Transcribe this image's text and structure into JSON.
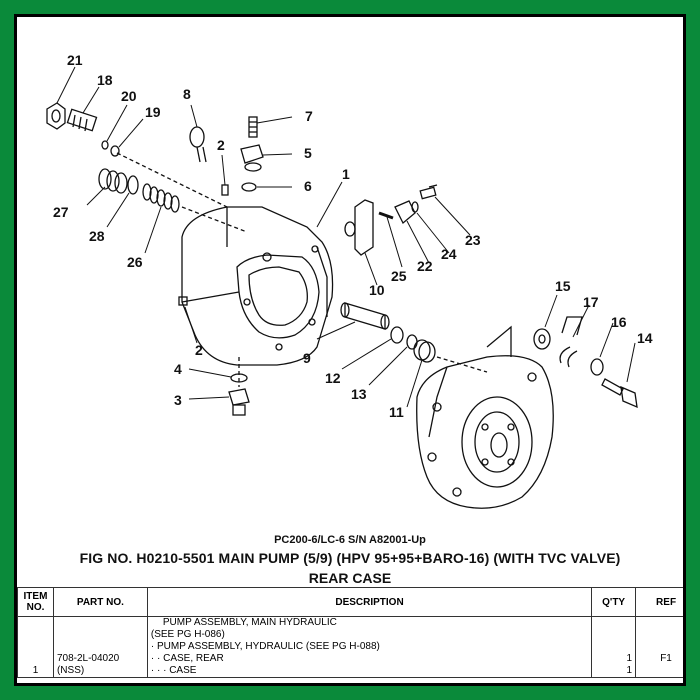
{
  "header": {
    "model": "PC200-6/LC-6 S/N A82001-Up",
    "figure_title": "FIG NO. H0210-5501 MAIN PUMP (5/9) (HPV 95+95+BARO-16) (WITH TVC VALVE)",
    "figure_subtitle": "REAR CASE"
  },
  "callouts": [
    "21",
    "18",
    "20",
    "19",
    "8",
    "7",
    "2",
    "5",
    "6",
    "1",
    "27",
    "28",
    "26",
    "10",
    "25",
    "22",
    "24",
    "23",
    "2",
    "4",
    "3",
    "9",
    "12",
    "13",
    "11",
    "15",
    "17",
    "16",
    "14"
  ],
  "table": {
    "headers": {
      "item_no": "ITEM NO.",
      "part_no": "PART NO.",
      "description": "DESCRIPTION",
      "qty": "Q'TY",
      "ref": "REF"
    },
    "rows": [
      {
        "item": "1",
        "part_no_lines": [
          "708-2L-04020",
          "(NSS)"
        ],
        "description_lines": [
          "PUMP ASSEMBLY, MAIN HYDRAULIC",
          "(SEE PG H-086)",
          "·  PUMP ASSEMBLY, HYDRAULIC  (SEE PG H-088)",
          "·  ·  CASE, REAR",
          "·  ·  ·  CASE"
        ],
        "qty_lines": [
          "",
          "",
          "",
          "1",
          "1"
        ],
        "ref_lines": [
          "",
          "",
          "",
          "F1",
          ""
        ]
      }
    ]
  }
}
